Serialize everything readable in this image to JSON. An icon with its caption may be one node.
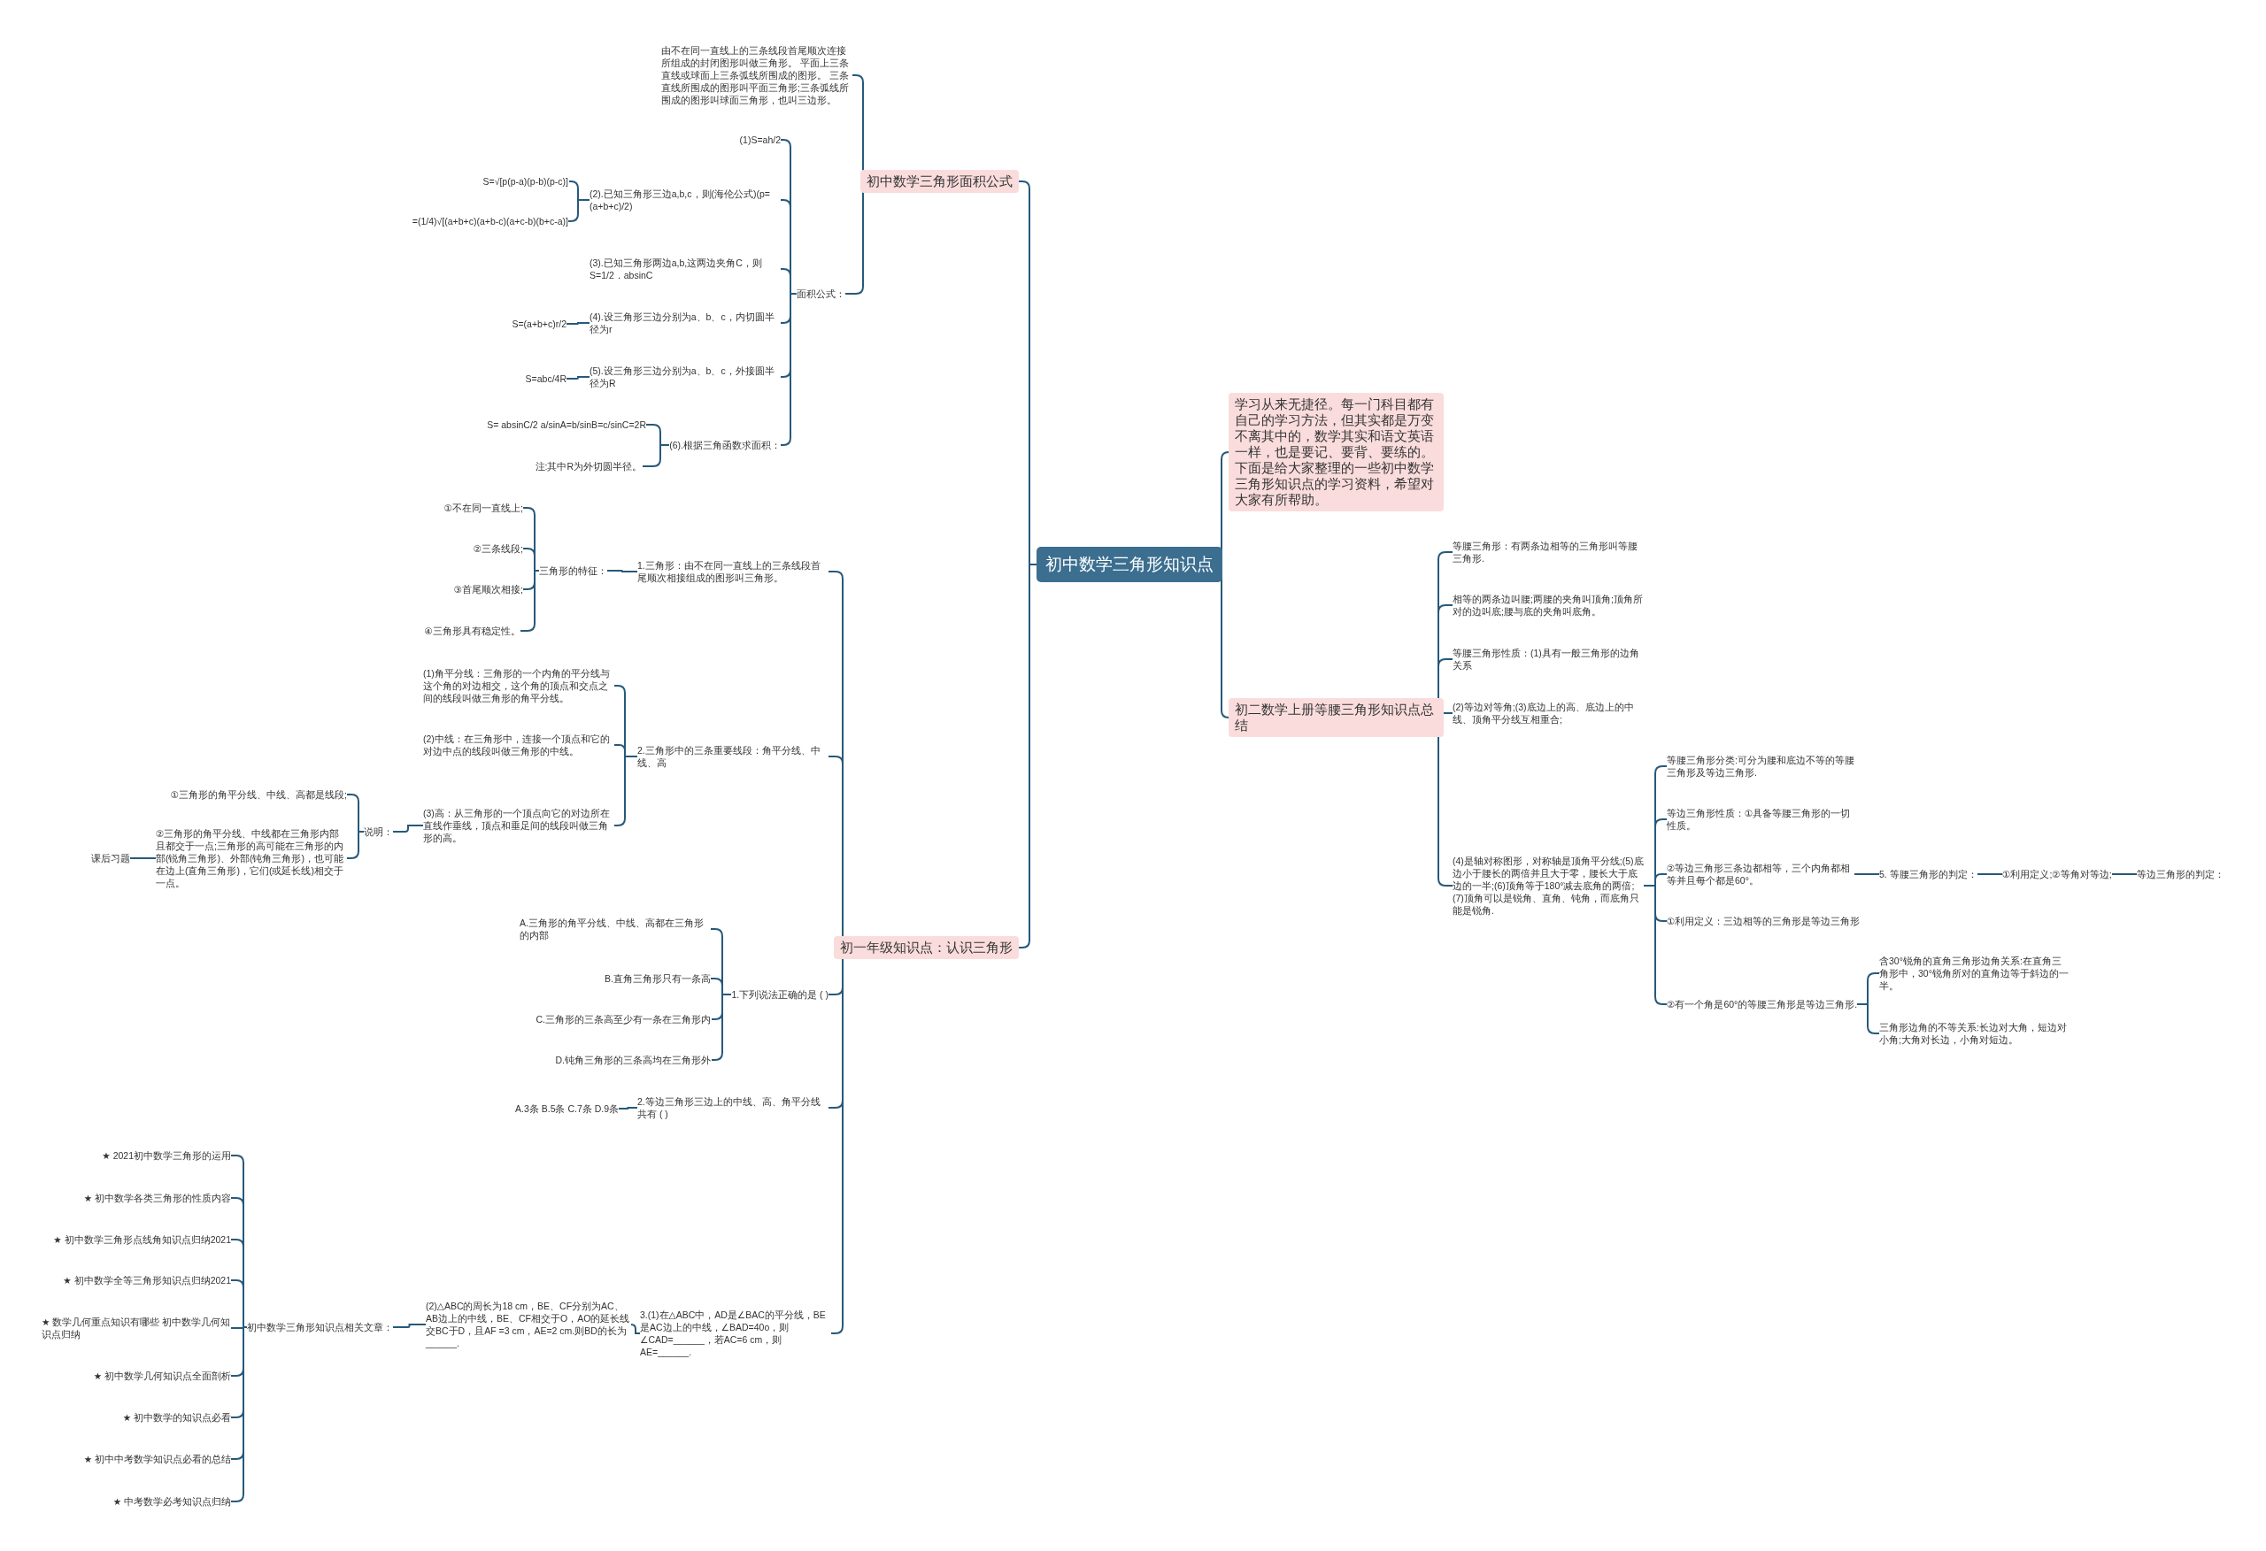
{
  "diagram": {
    "nodes": [
      {
        "text": [
          "初中数学三角形知识点"
        ]
      },
      {
        "text": [
          "学习从来无捷径。每一门科目都有自己的学习方法，但其实都是万变不离其中的，数学其实和语文英语一样，也是要记、要背、要练的。下面是给大家整理的一些初中数学三角形知识点的学习资料，希望对大家有所帮助。"
        ]
      },
      {
        "text": [
          "初二数学上册等腰三角形知识点总结"
        ]
      },
      {
        "text": [
          "等腰三角形：有两条边相等的三角形叫等腰三角形."
        ]
      },
      {
        "text": [
          "相等的两条边叫腰;两腰的夹角叫顶角;顶角所对的边叫底;腰与底的夹角叫底角。"
        ]
      },
      {
        "text": [
          "等腰三角形性质：(1)具有一般三角形的边角关系"
        ]
      },
      {
        "text": [
          "(2)等边对等角;(3)底边上的高、底边上的中线、顶角平分线互相重合;"
        ]
      },
      {
        "text": [
          "(4)是轴对称图形，对称轴是顶角平分线;(5)底边小于腰长的两倍并且大于零，腰长大于底边的一半;(6)顶角等于180°减去底角的两倍;(7)顶角可以是锐角、直角、钝角，而底角只能是锐角."
        ]
      },
      {
        "text": [
          "等腰三角形分类:可分为腰和底边不等的等腰三角形及等边三角形."
        ]
      },
      {
        "text": [
          "等边三角形性质：①具备等腰三角形的一切性质。"
        ]
      },
      {
        "text": [
          "②等边三角形三条边都相等，三个内角都相等并且每个都是60°。"
        ]
      },
      {
        "text": [
          "①利用定义：三边相等的三角形是等边三角形"
        ]
      },
      {
        "text": [
          "②有一个角是60°的等腰三角形是等边三角形."
        ]
      },
      {
        "text": [
          "5. 等腰三角形的判定："
        ]
      },
      {
        "text": [
          "①利用定义;②等角对等边;"
        ]
      },
      {
        "text": [
          "等边三角形的判定："
        ]
      },
      {
        "text": [
          "含30°锐角的直角三角形边角关系:在直角三角形中，30°锐角所对的直角边等于斜边的一半。"
        ]
      },
      {
        "text": [
          "三角形边角的不等关系:长边对大角，短边对小角;大角对长边，小角对短边。"
        ]
      },
      {
        "text": [
          "初中数学三角形面积公式"
        ]
      },
      {
        "text": [
          "初一年级知识点：认识三角形"
        ]
      },
      {
        "text": [
          "由不在同一直线上的三条线段首尾顺次连接所组成的封闭图形叫做三角形。 平面上三条直线或球面上三条弧线所围成的图形。 三条直线所围成的图形叫平面三角形;三条弧线所围成的图形叫球面三角形，也叫三边形。"
        ]
      },
      {
        "text": [
          "面积公式："
        ]
      },
      {
        "text": [
          "(1)S=ah/2"
        ]
      },
      {
        "text": [
          "(2).已知三角形三边a,b,c，则(海伦公式)(p=(a+b+c)/2)"
        ]
      },
      {
        "text": [
          "(3).已知三角形两边a,b,这两边夹角C，则S=1/2．absinC"
        ]
      },
      {
        "text": [
          "(4).设三角形三边分别为a、b、c，内切圆半径为r"
        ]
      },
      {
        "text": [
          "(5).设三角形三边分别为a、b、c，外接圆半径为R"
        ]
      },
      {
        "text": [
          "(6).根据三角函数求面积："
        ]
      },
      {
        "text": [
          "S=√[p(p-a)(p-b)(p-c)]"
        ]
      },
      {
        "text": [
          "=(1/4)√[(a+b+c)(a+b-c)(a+c-b)(b+c-a)]"
        ]
      },
      {
        "text": [
          "S=(a+b+c)r/2"
        ]
      },
      {
        "text": [
          "S=abc/4R"
        ]
      },
      {
        "text": [
          "S= absinC/2 a/sinA=b/sinB=c/sinC=2R"
        ]
      },
      {
        "text": [
          "注:其中R为外切圆半径。"
        ]
      },
      {
        "text": [
          "1.三角形：由不在同一直线上的三条线段首尾顺次相接组成的图形叫三角形。"
        ]
      },
      {
        "text": [
          "2.三角形中的三条重要线段：角平分线、中线、高"
        ]
      },
      {
        "text": [
          "1.下列说法正确的是 ( )"
        ]
      },
      {
        "text": [
          "2.等边三角形三边上的中线、高、角平分线共有 ( )"
        ]
      },
      {
        "text": [
          "3.(1)在△ABC中，AD是∠BAC的平分线，BE是AC边上的中线，∠BAD=40o，则∠CAD=______，若AC=6 cm，则AE=______."
        ]
      },
      {
        "text": [
          "三角形的特征："
        ]
      },
      {
        "text": [
          "①不在同一直线上;"
        ]
      },
      {
        "text": [
          "②三条线段;"
        ]
      },
      {
        "text": [
          "③首尾顺次相接;"
        ]
      },
      {
        "text": [
          "④三角形具有稳定性。"
        ]
      },
      {
        "text": [
          "(1)角平分线：三角形的一个内角的平分线与这个角的对边相交，这个角的顶点和交点之间的线段叫做三角形的角平分线。"
        ]
      },
      {
        "text": [
          "(2)中线：在三角形中，连接一个顶点和它的对边中点的线段叫做三角形的中线。"
        ]
      },
      {
        "text": [
          "(3)高：从三角形的一个顶点向它的对边所在直线作垂线，顶点和垂足间的线段叫做三角形的高。"
        ]
      },
      {
        "text": [
          "说明："
        ]
      },
      {
        "text": [
          "①三角形的角平分线、中线、高都是线段;"
        ]
      },
      {
        "text": [
          "②三角形的角平分线、中线都在三角形内部且都交于一点;三角形的高可能在三角形的内部(锐角三角形)、外部(钝角三角形)，也可能在边上(直角三角形)，它们(或延长线)相交于一点。"
        ]
      },
      {
        "text": [
          "课后习题"
        ]
      },
      {
        "text": [
          "A.三角形的角平分线、中线、高都在三角形的内部"
        ]
      },
      {
        "text": [
          "B.直角三角形只有一条高"
        ]
      },
      {
        "text": [
          "C.三角形的三条高至少有一条在三角形内"
        ]
      },
      {
        "text": [
          "D.钝角三角形的三条高均在三角形外"
        ]
      },
      {
        "text": [
          "A.3条 B.5条 C.7条 D.9条"
        ]
      },
      {
        "text": [
          "(2)△ABC的周长为18 cm，BE、CF分别为AC、AB边上的中线，BE、CF相交于O，AO的延长线交BC于D，且AF =3 cm，AE=2 cm.则BD的长为______."
        ]
      },
      {
        "text": [
          "初中数学三角形知识点相关文章："
        ]
      },
      {
        "text": [
          "★ 2021初中数学三角形的运用"
        ]
      },
      {
        "text": [
          "★ 初中数学各类三角形的性质内容"
        ]
      },
      {
        "text": [
          "★ 初中数学三角形点线角知识点归纳2021"
        ]
      },
      {
        "text": [
          "★ 初中数学全等三角形知识点归纳2021"
        ]
      },
      {
        "text": [
          "★ 数学几何重点知识有哪些 初中数学几何知识点归纳"
        ]
      },
      {
        "text": [
          "★ 初中数学几何知识点全面剖析"
        ]
      },
      {
        "text": [
          "★ 初中数学的知识点必看"
        ]
      },
      {
        "text": [
          "★ 初中中考数学知识点必看的总结"
        ]
      },
      {
        "text": [
          "★ 中考数学必考知识点归纳"
        ]
      }
    ],
    "edges": [
      {
        "from": 0,
        "to": 1,
        "arrow": "none"
      },
      {
        "from": 0,
        "to": 2,
        "arrow": "none"
      },
      {
        "from": 2,
        "to": 3,
        "arrow": "none"
      },
      {
        "from": 2,
        "to": 4,
        "arrow": "none"
      },
      {
        "from": 2,
        "to": 5,
        "arrow": "none"
      },
      {
        "from": 2,
        "to": 6,
        "arrow": "none"
      },
      {
        "from": 2,
        "to": 7,
        "arrow": "none"
      },
      {
        "from": 7,
        "to": 8,
        "arrow": "none"
      },
      {
        "from": 7,
        "to": 9,
        "arrow": "none"
      },
      {
        "from": 7,
        "to": 10,
        "arrow": "none"
      },
      {
        "from": 7,
        "to": 11,
        "arrow": "none"
      },
      {
        "from": 7,
        "to": 12,
        "arrow": "none"
      },
      {
        "from": 10,
        "to": 13,
        "arrow": "none"
      },
      {
        "from": 13,
        "to": 14,
        "arrow": "none"
      },
      {
        "from": 14,
        "to": 15,
        "arrow": "none"
      },
      {
        "from": 12,
        "to": 16,
        "arrow": "none"
      },
      {
        "from": 12,
        "to": 17,
        "arrow": "none"
      },
      {
        "from": 0,
        "to": 18,
        "arrow": "none"
      },
      {
        "from": 0,
        "to": 19,
        "arrow": "none"
      },
      {
        "from": 18,
        "to": 20,
        "arrow": "none"
      },
      {
        "from": 18,
        "to": 21,
        "arrow": "none"
      },
      {
        "from": 21,
        "to": 22,
        "arrow": "none"
      },
      {
        "from": 21,
        "to": 23,
        "arrow": "none"
      },
      {
        "from": 21,
        "to": 24,
        "arrow": "none"
      },
      {
        "from": 21,
        "to": 25,
        "arrow": "none"
      },
      {
        "from": 21,
        "to": 26,
        "arrow": "none"
      },
      {
        "from": 21,
        "to": 27,
        "arrow": "none"
      },
      {
        "from": 23,
        "to": 28,
        "arrow": "none"
      },
      {
        "from": 23,
        "to": 29,
        "arrow": "none"
      },
      {
        "from": 25,
        "to": 30,
        "arrow": "none"
      },
      {
        "from": 26,
        "to": 31,
        "arrow": "none"
      },
      {
        "from": 27,
        "to": 32,
        "arrow": "none"
      },
      {
        "from": 27,
        "to": 33,
        "arrow": "none"
      },
      {
        "from": 19,
        "to": 34,
        "arrow": "none"
      },
      {
        "from": 19,
        "to": 35,
        "arrow": "none"
      },
      {
        "from": 19,
        "to": 36,
        "arrow": "none"
      },
      {
        "from": 19,
        "to": 37,
        "arrow": "none"
      },
      {
        "from": 19,
        "to": 38,
        "arrow": "none"
      },
      {
        "from": 34,
        "to": 39,
        "arrow": "none"
      },
      {
        "from": 39,
        "to": 40,
        "arrow": "none"
      },
      {
        "from": 39,
        "to": 41,
        "arrow": "none"
      },
      {
        "from": 39,
        "to": 42,
        "arrow": "none"
      },
      {
        "from": 39,
        "to": 43,
        "arrow": "none"
      },
      {
        "from": 35,
        "to": 44,
        "arrow": "none"
      },
      {
        "from": 35,
        "to": 45,
        "arrow": "none"
      },
      {
        "from": 35,
        "to": 46,
        "arrow": "none"
      },
      {
        "from": 46,
        "to": 47,
        "arrow": "none"
      },
      {
        "from": 47,
        "to": 48,
        "arrow": "none"
      },
      {
        "from": 47,
        "to": 49,
        "arrow": "none"
      },
      {
        "from": 49,
        "to": 50,
        "arrow": "none"
      },
      {
        "from": 36,
        "to": 51,
        "arrow": "none"
      },
      {
        "from": 36,
        "to": 52,
        "arrow": "none"
      },
      {
        "from": 36,
        "to": 53,
        "arrow": "none"
      },
      {
        "from": 36,
        "to": 54,
        "arrow": "none"
      },
      {
        "from": 37,
        "to": 55,
        "arrow": "none"
      },
      {
        "from": 38,
        "to": 56,
        "arrow": "none"
      },
      {
        "from": 56,
        "to": 57,
        "arrow": "none"
      },
      {
        "from": 57,
        "to": 58,
        "arrow": "none"
      },
      {
        "from": 57,
        "to": 59,
        "arrow": "none"
      },
      {
        "from": 57,
        "to": 60,
        "arrow": "none"
      },
      {
        "from": 57,
        "to": 61,
        "arrow": "none"
      },
      {
        "from": 57,
        "to": 62,
        "arrow": "none"
      },
      {
        "from": 57,
        "to": 63,
        "arrow": "none"
      },
      {
        "from": 57,
        "to": 64,
        "arrow": "none"
      },
      {
        "from": 57,
        "to": 65,
        "arrow": "none"
      },
      {
        "from": 57,
        "to": 66,
        "arrow": "none"
      }
    ]
  }
}
